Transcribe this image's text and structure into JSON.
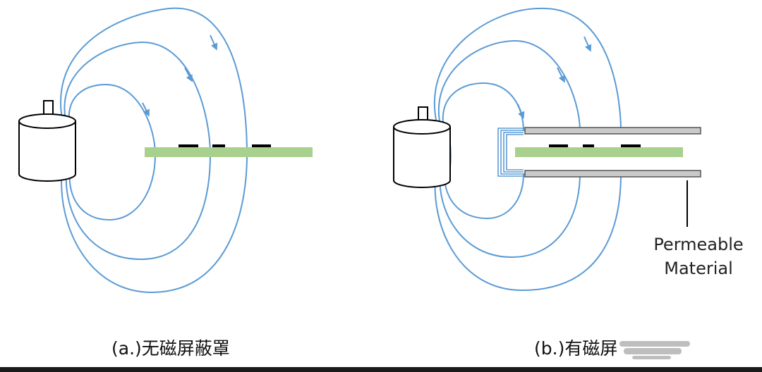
{
  "panel_a": {
    "caption": "(a.)无磁屏蔽罩"
  },
  "panel_b": {
    "caption": "(b.)有磁屏",
    "material_label_line1": "Permeable",
    "material_label_line2": "Material"
  },
  "colors": {
    "field_line": "#5b9bd5",
    "sensor_board": "#a9d18e",
    "shield": "#c9c9c9",
    "outline": "#000000"
  }
}
